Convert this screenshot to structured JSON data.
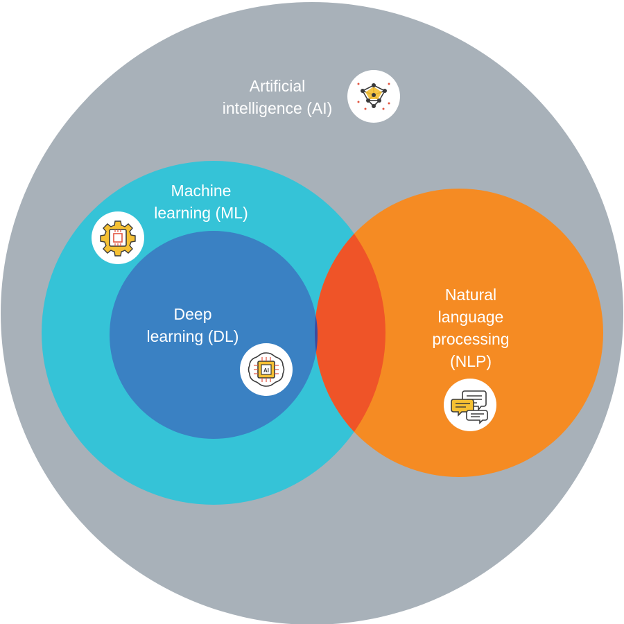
{
  "colors": {
    "ai": "#a8b1b9",
    "ml": "#35c3d7",
    "dl": "#3a81c3",
    "nlp": "#f58b23",
    "ml_nlp_overlap": "#ef5428",
    "dl_nlp_overlap": "#3c4b9f",
    "icon_yellow": "#f5c033",
    "icon_dark": "#3a3a3a",
    "icon_red": "#e2543f"
  },
  "sets": {
    "ai": {
      "label_lines": [
        "Artificial",
        "intelligence (AI)"
      ],
      "icon": "brain-network-icon"
    },
    "ml": {
      "label_lines": [
        "Machine",
        "learning (ML)"
      ],
      "icon": "gear-chip-icon"
    },
    "dl": {
      "label_lines": [
        "Deep",
        "learning (DL)"
      ],
      "icon": "ai-chip-icon"
    },
    "nlp": {
      "label_lines": [
        "Natural",
        "language",
        "processing",
        "(NLP)"
      ],
      "icon": "chat-bubbles-icon"
    }
  }
}
